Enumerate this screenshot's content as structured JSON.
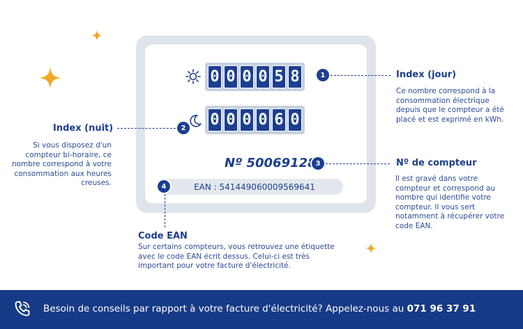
{
  "meter": {
    "day_digits": [
      "0",
      "0",
      "0",
      "0",
      "5",
      "8"
    ],
    "night_digits": [
      "0",
      "0",
      "0",
      "0",
      "6",
      "0"
    ],
    "serial": "Nº 50069128",
    "ean_label": "EAN : 541449060009569641"
  },
  "badges": [
    "1",
    "2",
    "3",
    "4"
  ],
  "callouts": {
    "day": {
      "title": "Index (jour)",
      "text": "Ce nombre correspond à la consommation électrique depuis que le compteur a été placé et est exprimé en kWh."
    },
    "night": {
      "title": "Index (nuit)",
      "text": "Si vous disposez d'un compteur bi-horaire, ce nombre correspond à votre consommation aux heures creuses."
    },
    "serial": {
      "title": "Nº de compteur",
      "text": "Il est gravé dans votre compteur et correspond au nombre qui identifie votre compteur. Il vous sert notamment à récupérer votre code EAN."
    },
    "ean": {
      "title": "Code EAN",
      "text": "Sur certains compteurs, vous retrouvez une étiquette avec le code EAN écrit dessus. Celui-ci est très important pour votre facture d'électricité."
    }
  },
  "footer": {
    "text": "Besoin de conseils par rapport à votre facture d'électricité? Appelez-nous au ",
    "phone": "071 96 37 91"
  },
  "icons": {
    "sun": "sun-icon",
    "moon": "moon-icon",
    "phone": "phone-icon",
    "star": "sparkle-star-icon"
  },
  "colors": {
    "brand_blue": "#1c3f8f",
    "footer_blue": "#163a86",
    "star_orange": "#f5a623",
    "meter_gray": "#dfe3ea"
  }
}
